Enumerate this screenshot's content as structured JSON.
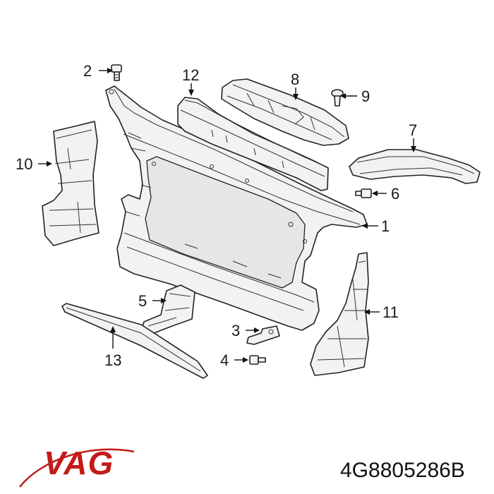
{
  "brand": {
    "name": "VAG",
    "color": "#c41a1a"
  },
  "part_number": "4G8805286B",
  "callouts": {
    "c1": "1",
    "c2": "2",
    "c3": "3",
    "c4": "4",
    "c5": "5",
    "c6": "6",
    "c7": "7",
    "c8": "8",
    "c9": "9",
    "c10": "10",
    "c11": "11",
    "c12": "12",
    "c13": "13"
  }
}
